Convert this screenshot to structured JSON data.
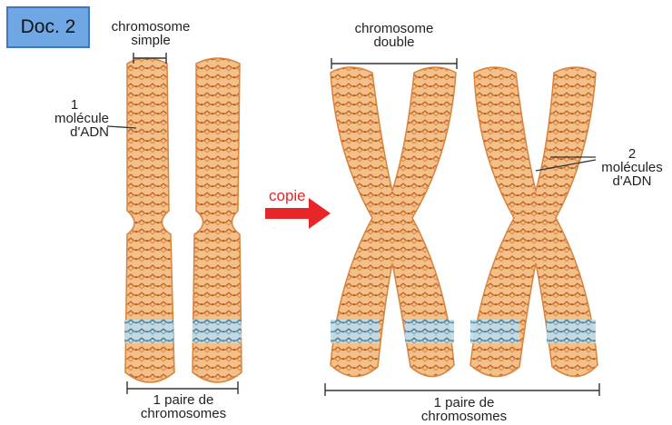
{
  "badge": {
    "text": "Doc. 2",
    "color": "#6fa7e4"
  },
  "labels": {
    "chromosome_simple_line1": "chromosome",
    "chromosome_simple_line2": "simple",
    "molecule_1_line1": "1",
    "molecule_1_line2": "molécule",
    "molecule_1_line3": "d'ADN",
    "copie": "copie",
    "chromosome_double_line1": "chromosome",
    "chromosome_double_line2": "double",
    "molecules_2_line1": "2",
    "molecules_2_line2": "molécules",
    "molecules_2_line3": "d'ADN",
    "pair_left_line1": "1 paire de",
    "pair_left_line2": "chromosomes",
    "pair_right_line1": "1 paire de",
    "pair_right_line2": "chromosomes"
  },
  "colors": {
    "dna_orange": "#e9a55a",
    "dna_dark": "#c4632b",
    "dna_blue": "#4d8fb0",
    "arrow_red": "#e8262a",
    "badge_border": "#3f79bd"
  }
}
